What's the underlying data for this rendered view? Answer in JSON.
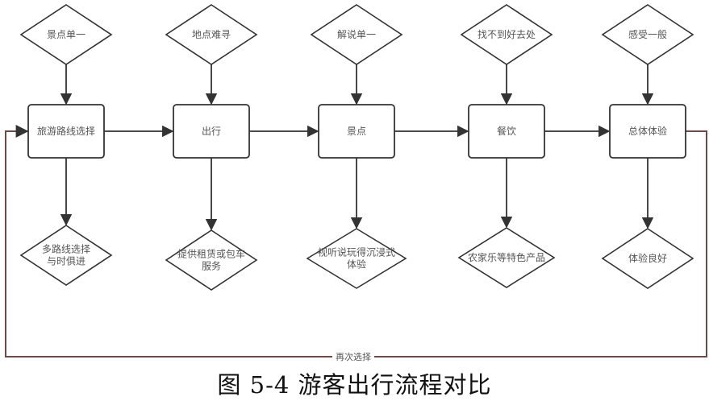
{
  "diagram": {
    "stages": [
      {
        "label": "旅游路线选择",
        "problem": "景点单一",
        "solution": [
          "多路线选择",
          "与时俱进"
        ]
      },
      {
        "label": "出行",
        "problem": "地点难寻",
        "solution": [
          "提供租赁或包车",
          "服务"
        ]
      },
      {
        "label": "景点",
        "problem": "解说单一",
        "solution": [
          "视听说玩得沉浸式",
          "体验"
        ]
      },
      {
        "label": "餐饮",
        "problem": "找不到好去处",
        "solution": [
          "农家乐等特色产品"
        ]
      },
      {
        "label": "总体体验",
        "problem": "感受一般",
        "solution": [
          "体验良好"
        ]
      }
    ],
    "loop_label": "再次选择",
    "colors": {
      "stroke": "#333333",
      "loop": "#6b4a4a",
      "text": "#555555"
    }
  },
  "caption": "图 5-4 游客出行流程对比"
}
